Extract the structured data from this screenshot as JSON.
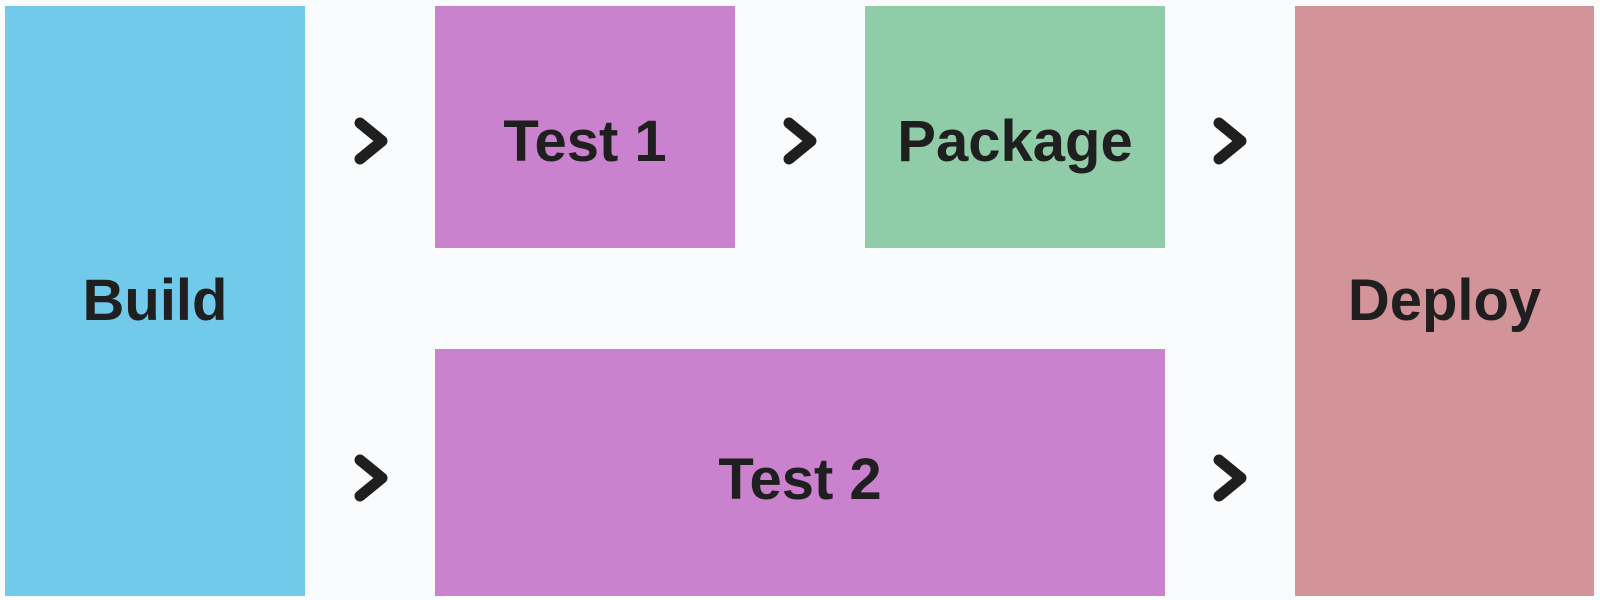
{
  "diagram": {
    "background_color": "#FAFBFC",
    "text_color": "#1F1F1F",
    "connector": {
      "icon": "chevron-right",
      "color": "#1F1F1F"
    },
    "stages": [
      {
        "label": "Build",
        "color": "#72CAEB"
      },
      {
        "label": "Test 1",
        "color": "#CA81CE"
      },
      {
        "label": "Package",
        "color": "#91CCA9"
      },
      {
        "label": "Test 2",
        "color": "#CA81CE"
      },
      {
        "label": "Deploy",
        "color": "#D29399"
      }
    ]
  }
}
